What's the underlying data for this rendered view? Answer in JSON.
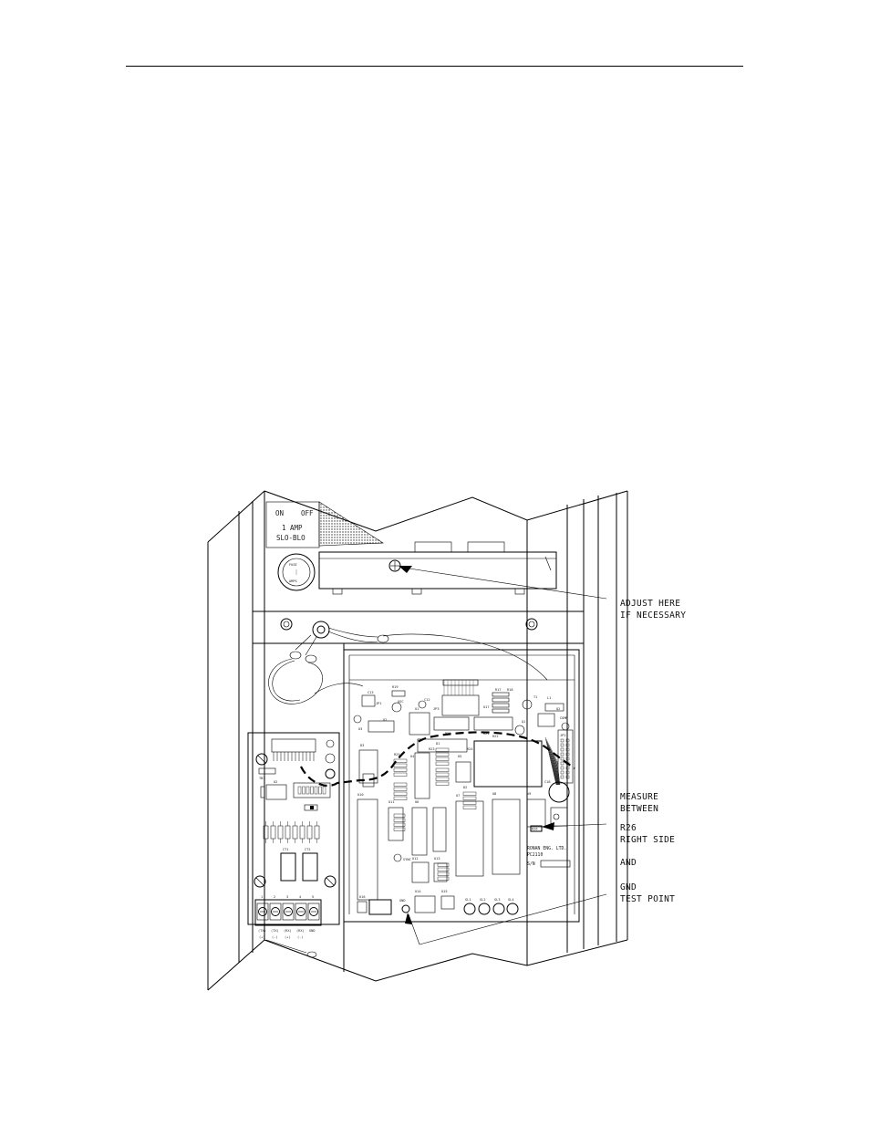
{
  "panel": {
    "switch_on": "ON",
    "switch_off": "OFF",
    "fuse_rating_line1": "1 AMP",
    "fuse_rating_line2": "SLO-BLO",
    "fuse_cap_top": "FUSE",
    "fuse_cap_bottom": "AMPS"
  },
  "callouts": {
    "adjust_line1": "ADJUST HERE",
    "adjust_line2": "IF NECESSARY",
    "measure_line1": "MEASURE",
    "measure_line2": "BETWEEN",
    "r26_line1": "R26",
    "r26_line2": "RIGHT SIDE",
    "and": "AND",
    "gnd_line1": "GND",
    "gnd_line2": "TEST POINT"
  },
  "main_board": {
    "maker": "RONAN ENG. LTD.",
    "model": "PC2110",
    "serial_label": "S/N",
    "gnd_pad": "GND",
    "jp1": "JP1",
    "jp2": "JP2",
    "jp3": "JP3",
    "comm": "COMM",
    "sync": "SYNC",
    "c18": "C18",
    "r26": "R26",
    "labels": [
      "U1",
      "U2",
      "U3",
      "U4",
      "U5",
      "U6",
      "U7",
      "U8",
      "U9",
      "U10",
      "U11",
      "U12",
      "U13",
      "U14",
      "U15",
      "U16",
      "U17",
      "R17",
      "R18",
      "R19",
      "R20",
      "R21",
      "R22",
      "R23",
      "R24",
      "R25",
      "D1",
      "D2",
      "D3",
      "Q1",
      "Q2",
      "C12",
      "C13",
      "OSC",
      "T1",
      "L1"
    ],
    "leds": [
      "SL1",
      "SL2",
      "SL3",
      "SL4"
    ]
  },
  "terminal_board": {
    "tb": "TB1",
    "u2": "U2",
    "ct1": "CT1",
    "ct2": "CT2",
    "terminal_numbers": [
      "1",
      "2",
      "3",
      "4",
      "5"
    ],
    "terminal_labels": [
      "(TX)",
      "(TX)",
      "(RX)",
      "(RX)",
      "GND"
    ],
    "terminal_polarity": [
      "(+)",
      "(-)",
      "(+)",
      "(-)",
      ""
    ]
  }
}
